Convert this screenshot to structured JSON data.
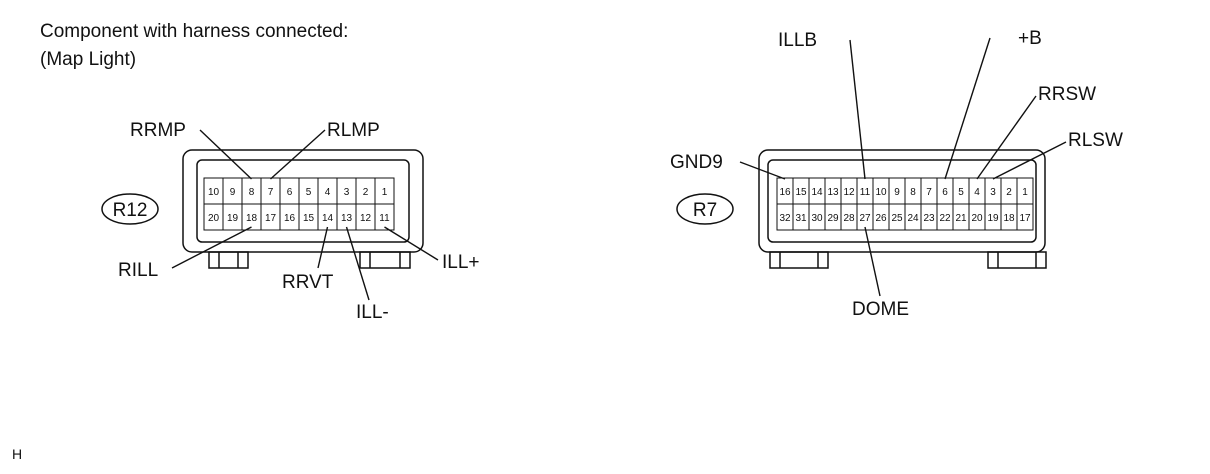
{
  "heading": {
    "line1": "Component with harness connected:",
    "line2": "(Map Light)"
  },
  "footer_text": "H",
  "connectors": [
    {
      "id": "R12",
      "pins_top": [
        "10",
        "9",
        "8",
        "7",
        "6",
        "5",
        "4",
        "3",
        "2",
        "1"
      ],
      "pins_bottom": [
        "20",
        "19",
        "18",
        "17",
        "16",
        "15",
        "14",
        "13",
        "12",
        "11"
      ],
      "labels": [
        {
          "text": "RRMP",
          "pin": "8"
        },
        {
          "text": "RLMP",
          "pin": "7"
        },
        {
          "text": "RILL",
          "pin": "18"
        },
        {
          "text": "RRVT",
          "pin": "14"
        },
        {
          "text": "ILL-",
          "pin": "13"
        },
        {
          "text": "ILL+",
          "pin": "11"
        }
      ]
    },
    {
      "id": "R7",
      "pins_top": [
        "16",
        "15",
        "14",
        "13",
        "12",
        "11",
        "10",
        "9",
        "8",
        "7",
        "6",
        "5",
        "4",
        "3",
        "2",
        "1"
      ],
      "pins_bottom": [
        "32",
        "31",
        "30",
        "29",
        "28",
        "27",
        "26",
        "25",
        "24",
        "23",
        "22",
        "21",
        "20",
        "19",
        "18",
        "17"
      ],
      "labels": [
        {
          "text": "GND9",
          "pin": "16"
        },
        {
          "text": "ILLB",
          "pin": "11"
        },
        {
          "text": "+B",
          "pin": "6"
        },
        {
          "text": "RRSW",
          "pin": "4"
        },
        {
          "text": "RLSW",
          "pin": "3"
        },
        {
          "text": "DOME",
          "pin": "27"
        }
      ]
    }
  ]
}
